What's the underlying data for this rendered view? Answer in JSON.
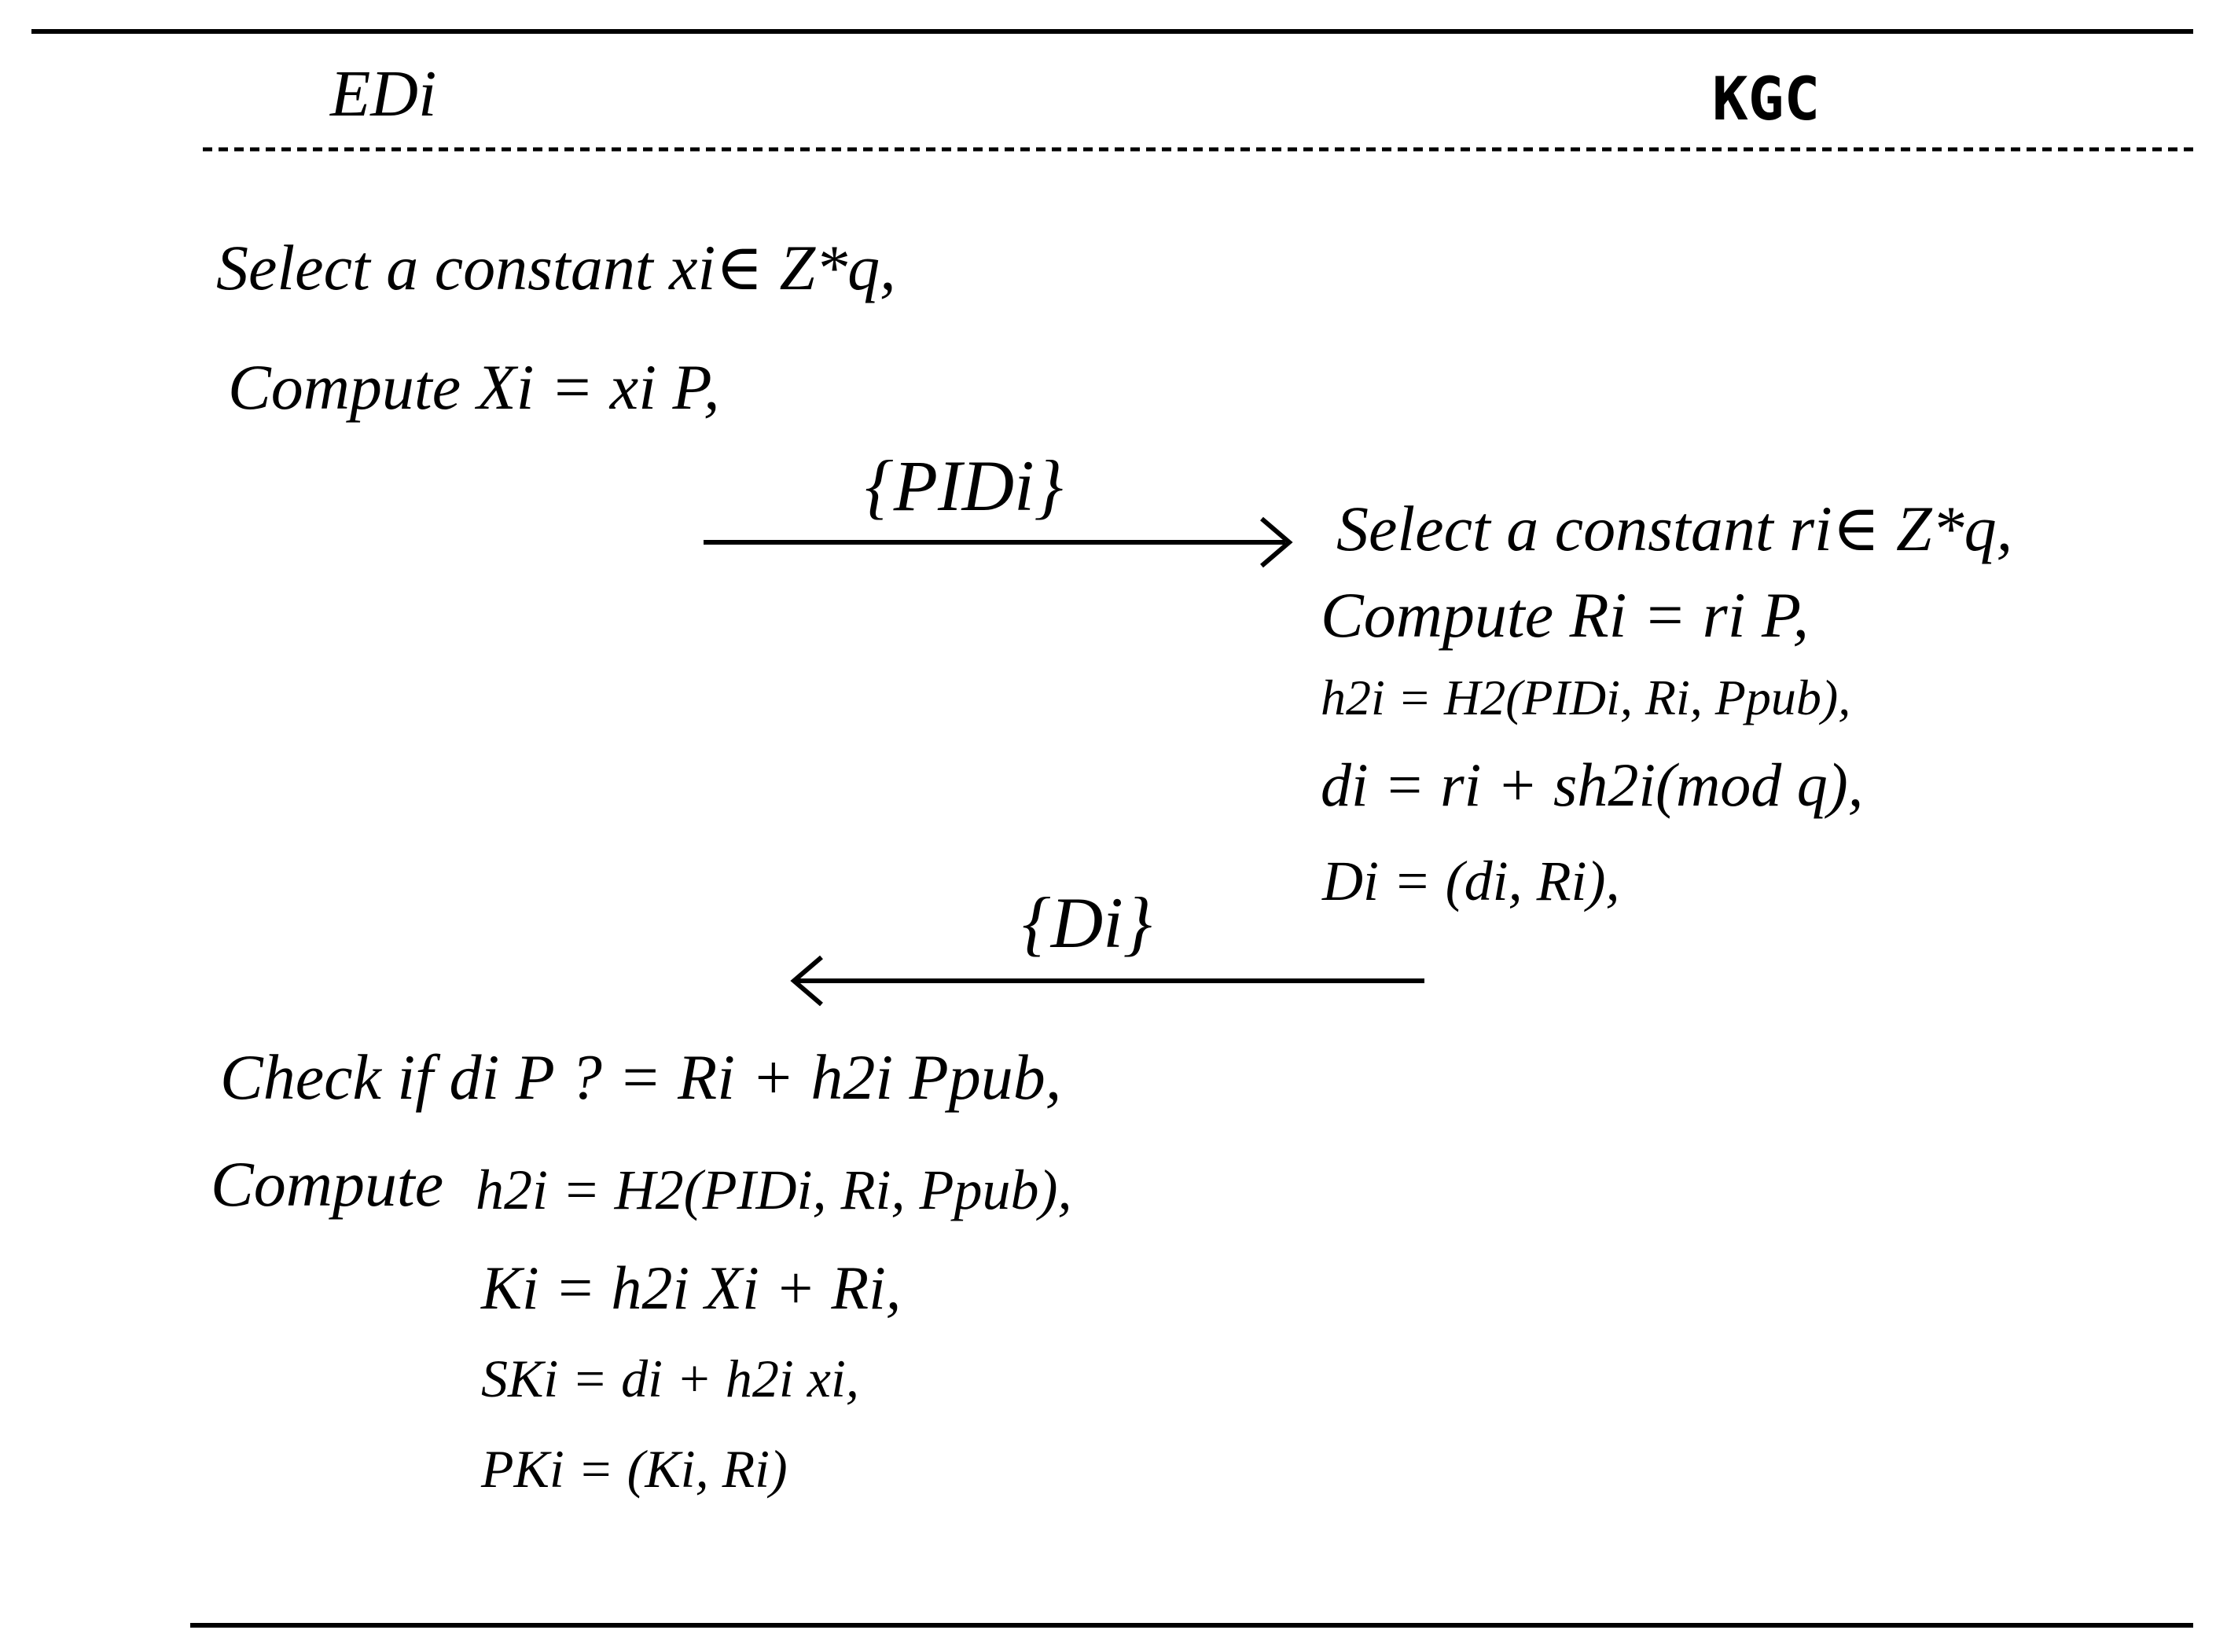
{
  "parties": {
    "left": "EDi",
    "right": "KGC"
  },
  "ed_steps": {
    "select": "Select a constant xi∈ Z*q,",
    "compute": "Compute   Xi = xi P,"
  },
  "messages": {
    "to_kgc": "{PIDi}",
    "to_ed": "{Di}"
  },
  "kgc_steps": {
    "select": "Select a constant ri∈ Z*q,",
    "compute_r": "Compute  Ri = ri P,",
    "h2": "h2i = H2(PIDi, Ri, Ppub),",
    "d": "di = ri + sh2i(mod q),",
    "D": "Di = (di, Ri),"
  },
  "ed_verify": {
    "check": "Check if   di P ? = Ri + h2i Ppub,",
    "compute_label": "Compute",
    "h2": "h2i = H2(PIDi, Ri, Ppub),",
    "k": "Ki = h2i Xi + Ri,",
    "sk": "SKi = di + h2i xi,",
    "pk": "PKi = (Ki, Ri)"
  }
}
